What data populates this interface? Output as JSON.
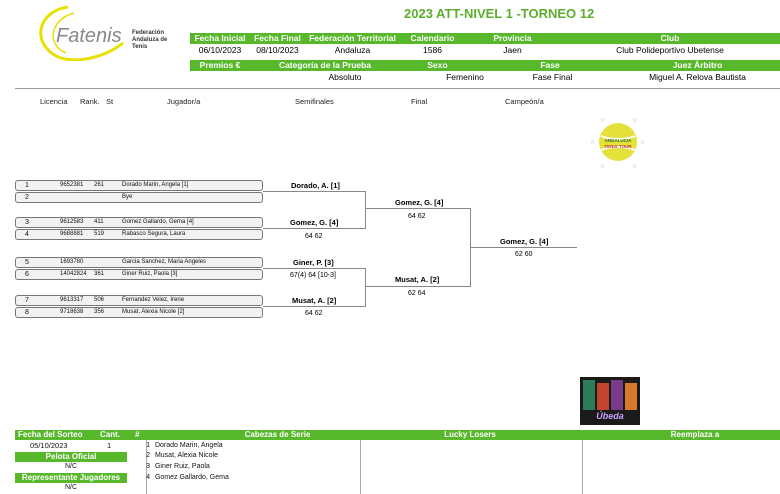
{
  "title": "2023 ATT-NIVEL 1 -TORNEO 12",
  "logo": {
    "brand": "Fatenis",
    "line1": "Federación",
    "line2": "Andaluza de",
    "line3": "Tenis"
  },
  "info": {
    "row1_headers": [
      "Fecha Inicial",
      "Fecha Final",
      "Federación Territorial",
      "Calendario",
      "Provincia",
      "Club"
    ],
    "row1_values": [
      "06/10/2023",
      "08/10/2023",
      "Andaluza",
      "1586",
      "Jaen",
      "Club Polideportivo Ubetense"
    ],
    "row2_headers": [
      "Premios €",
      "Categoría de la Prueba",
      "Sexo",
      "Fase",
      "Juez Árbitro"
    ],
    "row2_values": [
      "",
      "Absoluto",
      "Femenino",
      "Fase Final",
      "Miguel A. Relova Bautista"
    ]
  },
  "columns": [
    "Licencia",
    "Rank.",
    "St",
    "Jugador/a",
    "Semifinales",
    "Final",
    "Campeón/a"
  ],
  "draw": [
    {
      "pos": "1",
      "lic": "9652381",
      "rank": "261",
      "name": "Dorado Marin, Angela [1]"
    },
    {
      "pos": "2",
      "lic": "",
      "rank": "",
      "name": "Bye"
    },
    {
      "pos": "3",
      "lic": "9612583",
      "rank": "411",
      "name": "Gomez Gallardo, Gema [4]"
    },
    {
      "pos": "4",
      "lic": "9688881",
      "rank": "519",
      "name": "Rabasco Segura, Laura"
    },
    {
      "pos": "5",
      "lic": "1693780",
      "rank": "",
      "name": "Garcia Sanchez, Maria Angeles"
    },
    {
      "pos": "6",
      "lic": "14042824",
      "rank": "361",
      "name": "Giner Ruiz, Paola [3]"
    },
    {
      "pos": "7",
      "lic": "9613317",
      "rank": "506",
      "name": "Fernandez Velez, Irene"
    },
    {
      "pos": "8",
      "lic": "9718638",
      "rank": "356",
      "name": "Musat, Alexia Nicole [2]"
    }
  ],
  "semis": [
    {
      "winner": "Dorado, A. [1]",
      "score": ""
    },
    {
      "winner": "Gomez, G. [4]",
      "score": "64 62"
    },
    {
      "winner": "Giner, P. [3]",
      "score": "67(4) 64 [10-3]"
    },
    {
      "winner": "Musat, A. [2]",
      "score": "64 62"
    }
  ],
  "finals": [
    {
      "winner": "Gomez, G. [4]",
      "score": "64 62"
    },
    {
      "winner": "Musat, A. [2]",
      "score": "62 64"
    }
  ],
  "champion": {
    "winner": "Gomez, G. [4]",
    "score": "62 60"
  },
  "badge": {
    "line1": "ANDALUCIA",
    "line2": "TENIS TOUR"
  },
  "ubeda_logo": "Úbeda",
  "bottom": {
    "draw_date_label": "Fecha del Sorteo",
    "cant_label": "Cant.",
    "hash_label": "#",
    "seeds_label": "Cabezas de Serie",
    "lucky_label": "Lucky Losers",
    "replace_label": "Reemplaza a",
    "draw_date": "05/10/2023",
    "cant": "1",
    "ball_label": "Pelota Oficial",
    "ball_value": "N/C",
    "rep_label": "Representante Jugadores",
    "rep_value": "N/C",
    "seeds": [
      {
        "n": "1",
        "name": "Dorado Marin, Angela"
      },
      {
        "n": "2",
        "name": "Musat, Alexia Nicole"
      },
      {
        "n": "3",
        "name": "Giner Ruiz, Paola"
      },
      {
        "n": "4",
        "name": "Gomez Gallardo, Gema"
      }
    ]
  }
}
